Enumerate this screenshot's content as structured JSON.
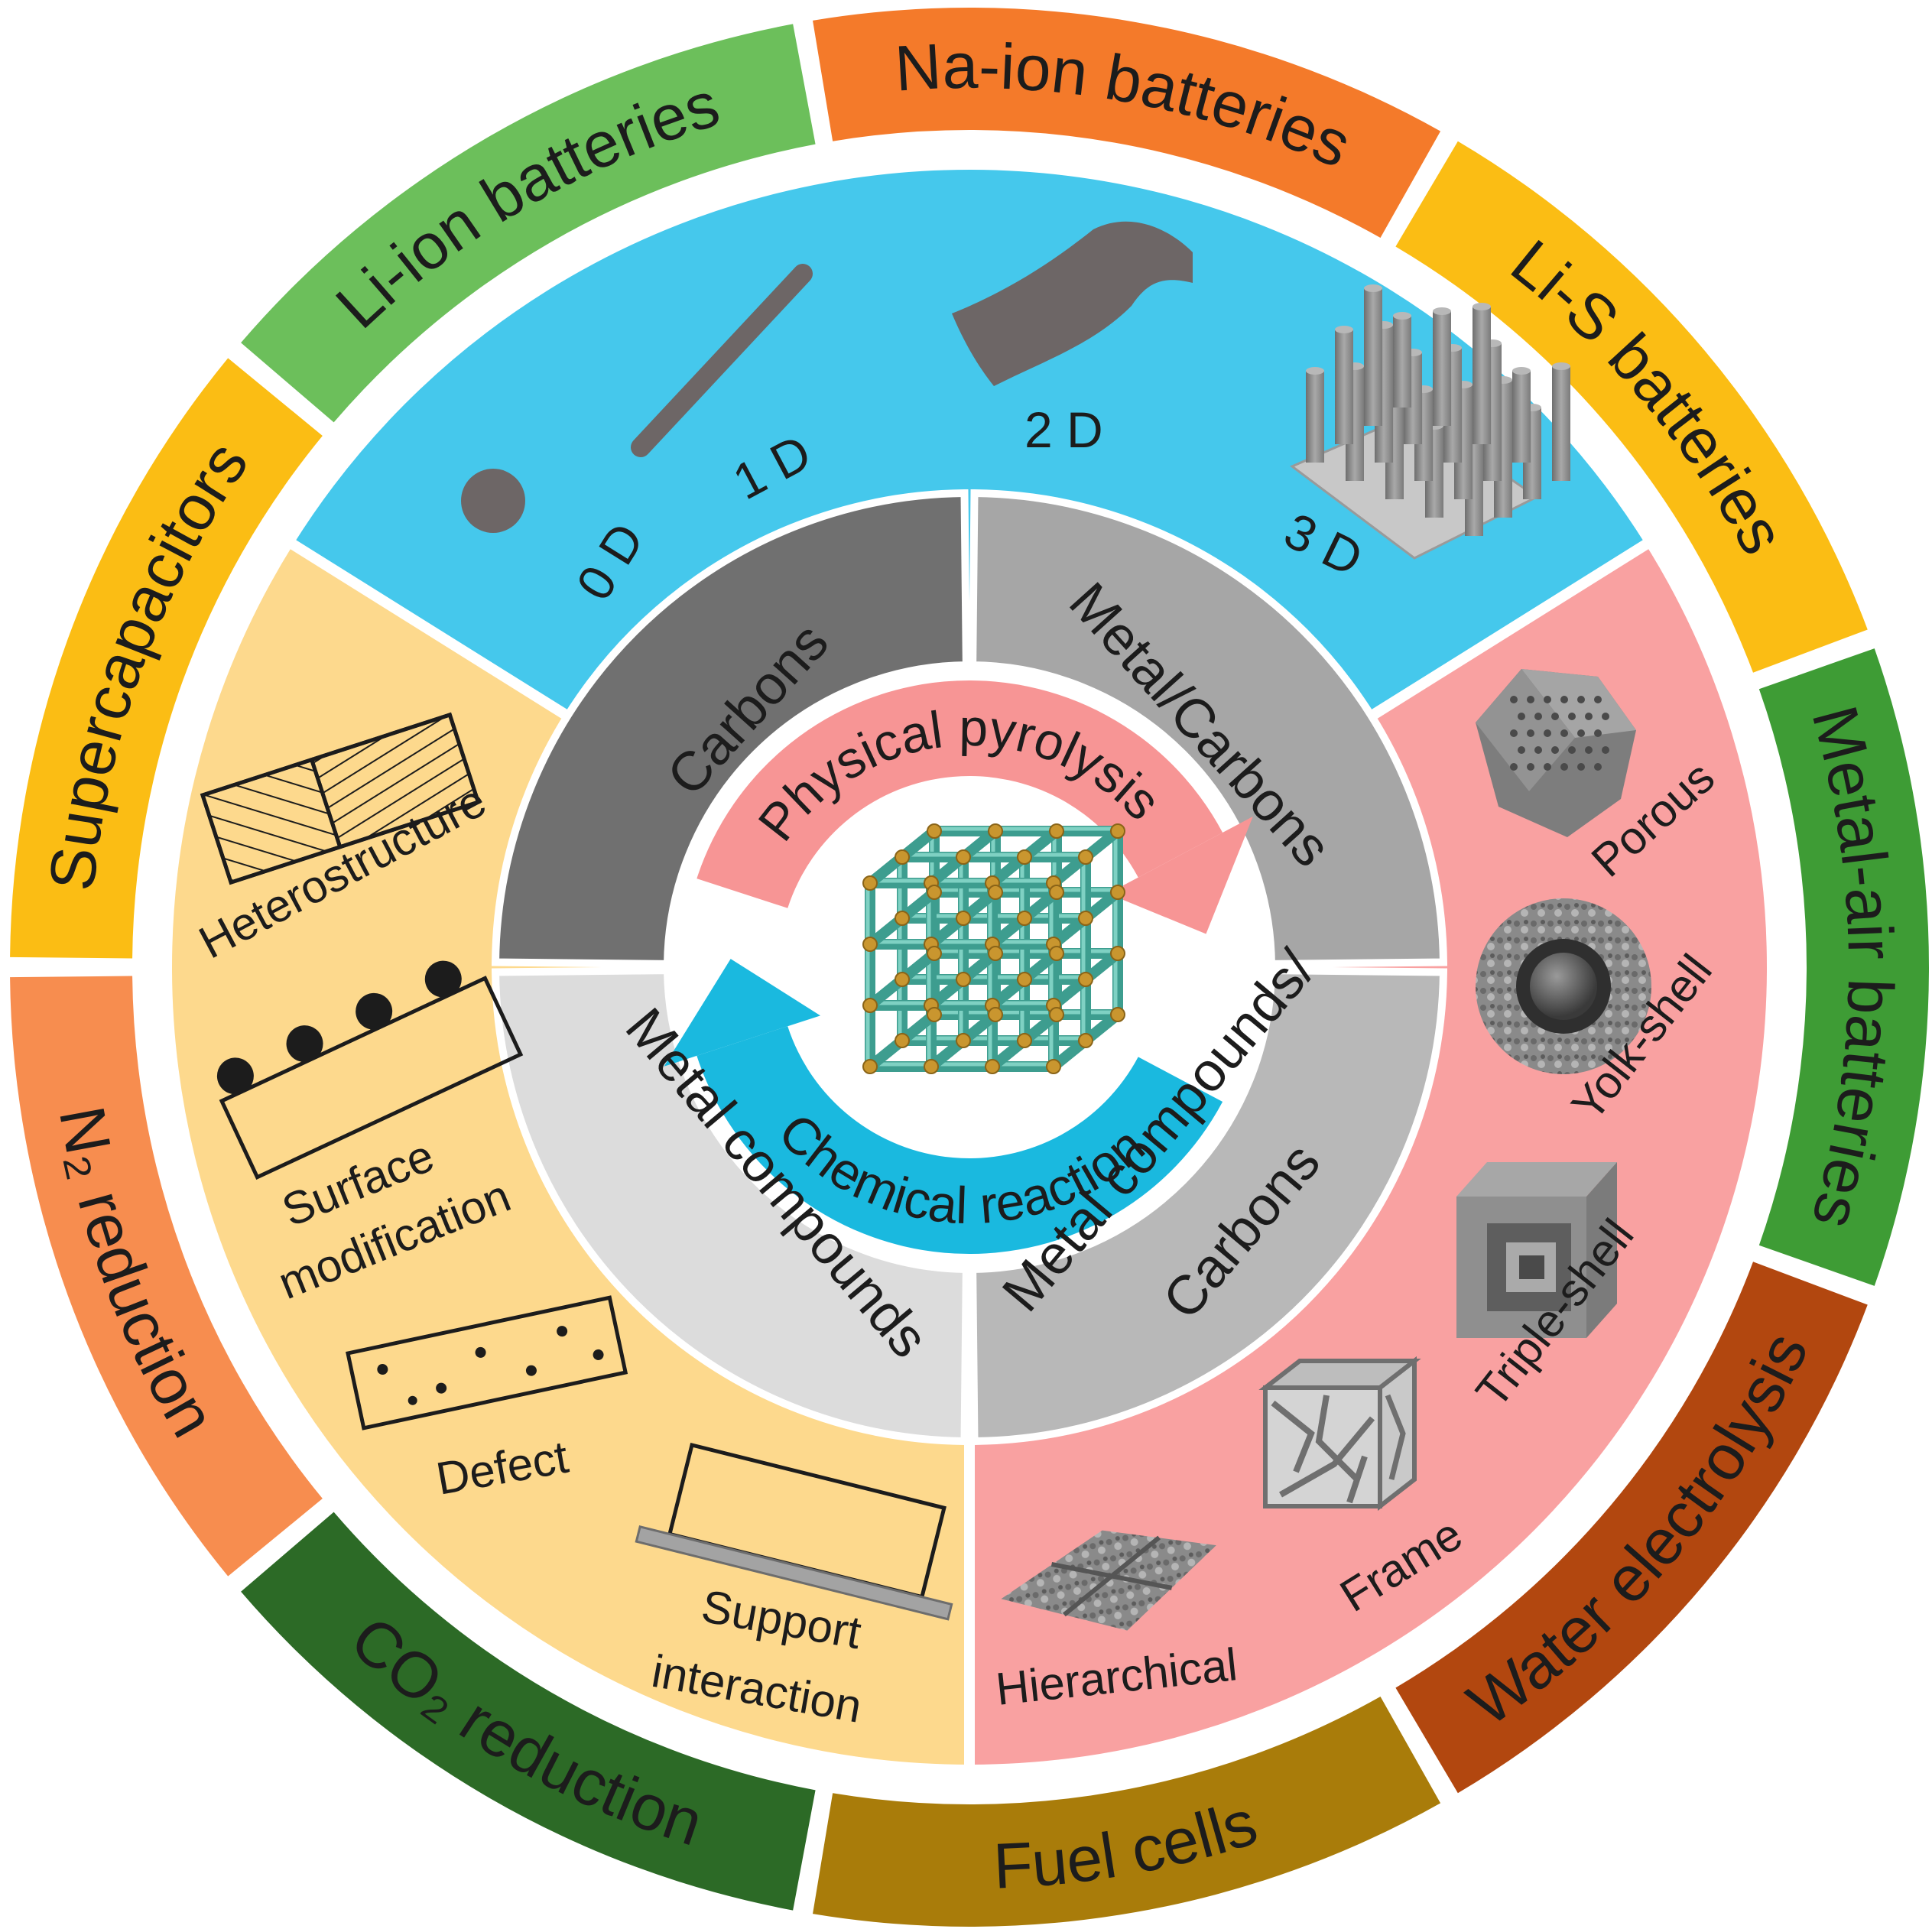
{
  "outer_ring": [
    {
      "label": "Li-ion batteries",
      "color": "#6cbf5b"
    },
    {
      "label": "Na-ion batteries",
      "color": "#f47a2a"
    },
    {
      "label": "Li-S batteries",
      "color": "#fbbd14"
    },
    {
      "label": "Metal-air batteries",
      "color": "#3e9c35"
    },
    {
      "label": "Water electrolysis",
      "color": "#b2470f"
    },
    {
      "label": "Fuel cells",
      "color": "#a97c0a"
    },
    {
      "label": "CO₂ reduction",
      "color": "#2c6a26"
    },
    {
      "label": "N₂ reduction",
      "color": "#f78d4f"
    },
    {
      "label": "Supercapacitors",
      "color": "#fbbd14"
    }
  ],
  "dimensions": {
    "color": "#45c8ec",
    "items": [
      {
        "label": "0 D",
        "icon": "sphere-icon"
      },
      {
        "label": "1 D",
        "icon": "rod-icon"
      },
      {
        "label": "2 D",
        "icon": "sheet-icon"
      },
      {
        "label": "3 D",
        "icon": "pillar-array-icon"
      }
    ]
  },
  "composition_ring": [
    {
      "label": "Carbons",
      "color": "#707070"
    },
    {
      "label": "Metal/Carbons",
      "color": "#a6a6a6"
    },
    {
      "label": "Metal compounds/ Carbons",
      "color": "#b8b8b8"
    },
    {
      "label": "Metal compounds",
      "color": "#dcdcdc"
    }
  ],
  "interface_sector": {
    "color": "#fdd98d",
    "items": [
      {
        "label": "Heterostructure",
        "icon": "heterostructure-icon"
      },
      {
        "label": "Surface modification",
        "icon": "surface-modification-icon"
      },
      {
        "label": "Defect",
        "icon": "defect-icon"
      },
      {
        "label": "Support interaction",
        "icon": "support-interaction-icon"
      }
    ]
  },
  "morphology_sector": {
    "color": "#f9a1a1",
    "items": [
      {
        "label": "Porous",
        "icon": "porous-polyhedron-icon"
      },
      {
        "label": "Yolk-shell",
        "icon": "yolk-shell-sphere-icon"
      },
      {
        "label": "Triple-shell",
        "icon": "triple-shell-cube-icon"
      },
      {
        "label": "Frame",
        "icon": "frame-cube-icon"
      },
      {
        "label": "Hierarchical",
        "icon": "hierarchical-plate-icon"
      }
    ]
  },
  "center": {
    "top_arrow": {
      "label": "Physical pyrolysis",
      "color": "#f79595"
    },
    "bottom_arrow": {
      "label": "Chemical reaction",
      "color": "#1ab9df"
    },
    "icon": "mof-framework-cube-icon"
  }
}
